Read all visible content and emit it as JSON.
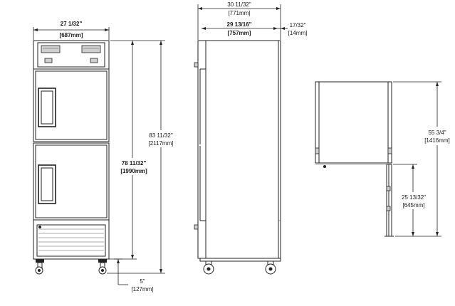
{
  "front_view": {
    "width_in": "27 1/32\"",
    "width_mm": "[687mm]",
    "height_in": "83 11/32\"",
    "height_mm": "[2117mm]",
    "body_height_in": "78 11/32\"",
    "body_height_mm": "[1990mm]",
    "caster_in": "5\"",
    "caster_mm": "[127mm]"
  },
  "side_view": {
    "overall_depth_in": "30 11/32\"",
    "overall_depth_mm": "[771mm]",
    "cabinet_depth_in": "29 13/16\"",
    "cabinet_depth_mm": "[757mm]",
    "door_in": "17/32\"",
    "door_mm": "[14mm]"
  },
  "door_swing_view": {
    "top_height_in": "55 3/4\"",
    "top_height_mm": "[1416mm]",
    "bottom_height_in": "25 13/32\"",
    "bottom_height_mm": "[645mm]"
  }
}
